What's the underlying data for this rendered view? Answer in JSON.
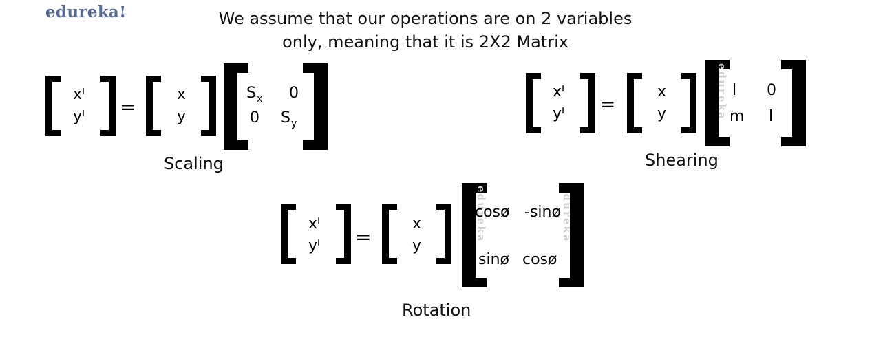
{
  "logo": "edureka!",
  "header": {
    "line1": "We assume that our operations are on 2 variables",
    "line2": "only, meaning that it is 2X2 Matrix"
  },
  "equals": "=",
  "scaling": {
    "lhs": [
      "xᴵ",
      "yᴵ"
    ],
    "vec": [
      "x",
      "y"
    ],
    "m11": "S",
    "m11_sub": "x",
    "m12": "0",
    "m21": "0",
    "m22": "S",
    "m22_sub": "y",
    "label": "Scaling"
  },
  "shearing": {
    "lhs": [
      "xᴵ",
      "yᴵ"
    ],
    "vec": [
      "x",
      "y"
    ],
    "m11": "l",
    "m12": "0",
    "m21": "m",
    "m22": "l",
    "label": "Shearing"
  },
  "rotation": {
    "lhs": [
      "xᴵ",
      "yᴵ"
    ],
    "vec": [
      "x",
      "y"
    ],
    "m11": "cosø",
    "m12": "-sinø",
    "m21": "sinø",
    "m22": "cosø",
    "label": "Rotation"
  },
  "watermark": "edureka"
}
